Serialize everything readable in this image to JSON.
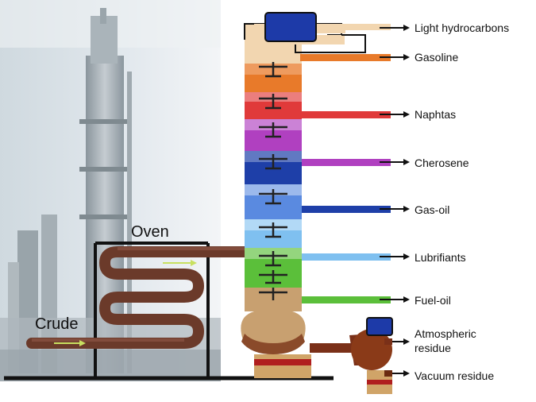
{
  "labels": {
    "oven": "Oven",
    "crude": "Crude"
  },
  "products": [
    {
      "name": "Light hydrocarbons",
      "color": "#f2d6b0"
    },
    {
      "name": "Gasoline",
      "color": "#e87a2a"
    },
    {
      "name": "Naphtas",
      "color": "#e03a3a"
    },
    {
      "name": "Cherosene",
      "color": "#b040c0"
    },
    {
      "name": "Gas-oil",
      "color": "#1e3fa8"
    },
    {
      "name": "Lubrifiants",
      "color": "#7fc0f0"
    },
    {
      "name": "Fuel-oil",
      "color": "#5bbf3a"
    },
    {
      "name": "Atmospheric residue",
      "color": "#7a3018"
    },
    {
      "name": "Vacuum residue",
      "color": "#6a2a10"
    }
  ],
  "colors": {
    "pipe_crude": "#6b3a2a",
    "column_base": "#c8a070",
    "accumulator": "#1d3aa8",
    "arrow": "#111111",
    "flow_arrow": "#c8e060"
  }
}
